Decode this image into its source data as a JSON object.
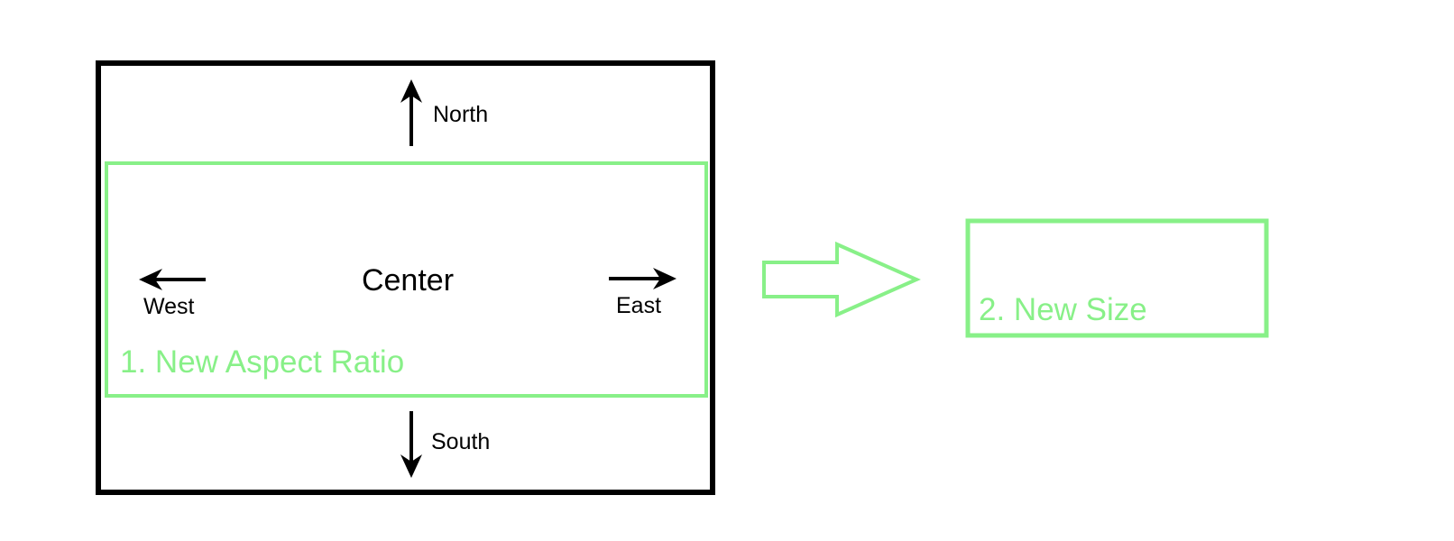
{
  "colors": {
    "original_frame": "#000000",
    "crop_accent": "#88f088",
    "background": "#ffffff"
  },
  "labels": {
    "north": "North",
    "south": "South",
    "west": "West",
    "east": "East",
    "center": "Center",
    "new_aspect_ratio": "1. New Aspect Ratio",
    "new_size": "2. New Size"
  },
  "icons": {
    "north": "arrow-up-icon",
    "south": "arrow-down-icon",
    "west": "arrow-left-icon",
    "east": "arrow-right-icon",
    "transition": "block-arrow-right-icon"
  }
}
